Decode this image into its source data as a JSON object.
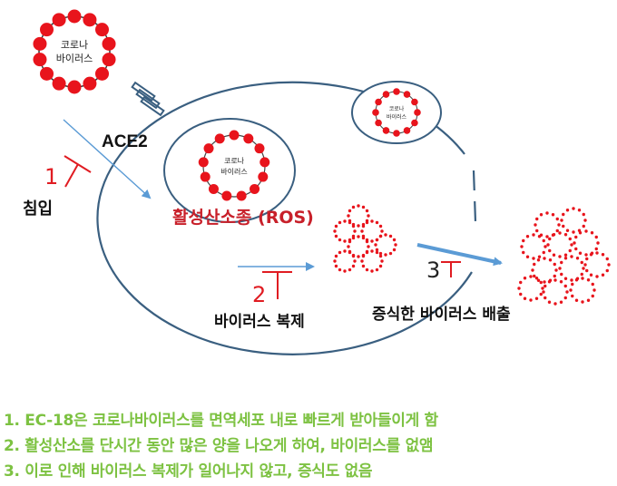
{
  "virus_label_line1": "코로나",
  "virus_label_line2": "바이러스",
  "receptor_label": "ACE2",
  "ros_label": "활성산소종 (ROS)",
  "steps": [
    {
      "number": "1",
      "label": "침입"
    },
    {
      "number": "2",
      "label": "바이러스 복제"
    },
    {
      "number": "3",
      "label": "증식한 바이러스 배출"
    }
  ],
  "notes": [
    "1. EC-18은 코로나바이러스를 면역세포 내로 빠르게 받아들이게 함",
    "2. 활성산소를 단시간 동안 많은 양을 나오게 하여, 바이러스를 없앰",
    "3. 이로 인해 바이러스 복제가 일어나지 않고, 증식도 없음"
  ],
  "colors": {
    "virus_dot": "#e8141c",
    "outline": "#3a5f80",
    "arrow": "#5b9bd5",
    "ros_text": "#c8202a",
    "step_marker": "#e01c22",
    "notes_text": "#7dc242"
  }
}
